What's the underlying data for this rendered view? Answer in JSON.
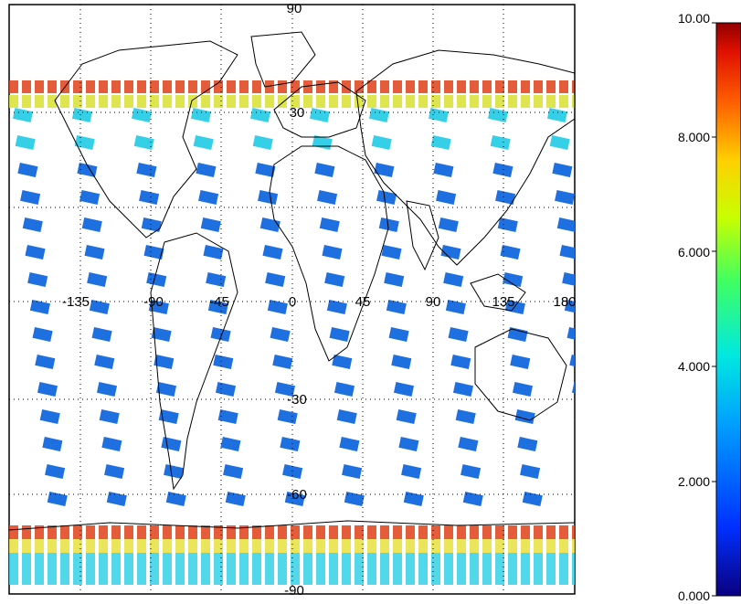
{
  "map": {
    "projection": "cylindrical",
    "grid": "dotted",
    "top_edge_label": "90",
    "bottom_label": "-90",
    "lon_labels": [
      "-135",
      "-90",
      "-45",
      "0",
      "45",
      "90",
      "135",
      "180"
    ],
    "lat_labels": [
      "30",
      "-30",
      "-60"
    ],
    "swath_color_low": "#1e6fe0",
    "swath_color_mid": "#35d0e8",
    "swath_color_high": "#e04018"
  },
  "colorbar": {
    "min": 0,
    "max": 10,
    "labels": [
      "10.00",
      "8.000",
      "6.000",
      "4.000",
      "2.000",
      "0.000"
    ],
    "colors": [
      "#0a0080",
      "#0040ff",
      "#00c0ff",
      "#00ffc0",
      "#40ff40",
      "#c0ff00",
      "#ffe000",
      "#ff8000",
      "#ff2000",
      "#a00000"
    ]
  }
}
